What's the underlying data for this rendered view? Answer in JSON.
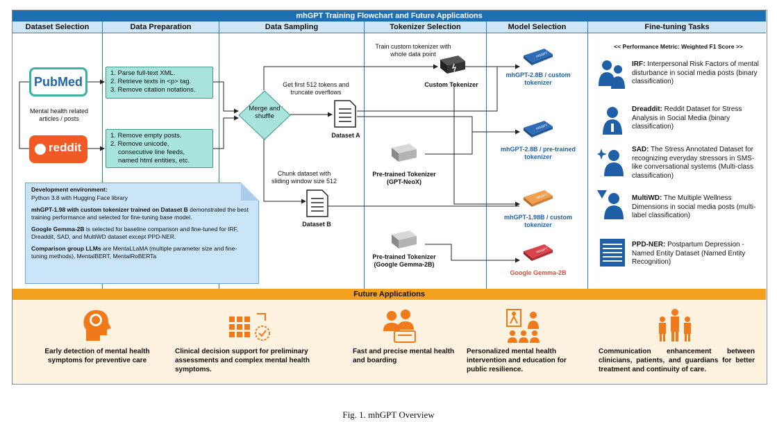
{
  "title": "mhGPT Training Flowchart and Future Applications",
  "columns": [
    "Dataset Selection",
    "Data Preparation",
    "Data Sampling",
    "Tokenizer Selection",
    "Model Selection",
    "Fine-tuning Tasks"
  ],
  "dataset_selection": {
    "pubmed_logo": "PubMed",
    "reddit_logo": "reddit",
    "caption": "Mental health related articles / posts"
  },
  "data_preparation": {
    "pubmed_steps": [
      "1. Parse full-text XML.",
      "2. Retrieve texts in <p> tag.",
      "3. Remove citation notations."
    ],
    "reddit_steps": [
      "1. Remove empty posts.",
      "2. Remove unicode,",
      "consecutive line feeds,",
      "named html entities, etc."
    ]
  },
  "sampling": {
    "merge": "Merge and shuffle",
    "label_first": "Get first 512 tokens and truncate overflows",
    "label_chunk": "Chunk dataset with sliding window size 512",
    "dataset_a": "Dataset A",
    "dataset_b": "Dataset B"
  },
  "tokenizer": {
    "train_label": "Train custom tokenizer with whole data point",
    "custom": "Custom Tokenizer",
    "neox": "Pre-trained Tokenizer (GPT-NeoX)",
    "gemma": "Pre-trained Tokenizer (Google Gemma-2B)"
  },
  "models": {
    "m1": "mhGPT-2.8B / custom tokenizer",
    "m2": "mhGPT-2.8B / pre-trained tokenizer",
    "m3": "mhGPT-1.98B / custom tokenizer",
    "m4": "Google Gemma-2B",
    "chip_text": "mhGPT"
  },
  "dev_env": {
    "heading": "Development environment:",
    "line": "Python 3.8 with Hugging Face library",
    "p2_bold": "mhGPT-1.98 with custom tokenizer trained on Dataset B",
    "p2_rest": " demonstrated the best training performance and selected for fine-tuning base model.",
    "p3_bold": "Google Gemma-2B",
    "p3_rest": " is selected for baseline comparison and fine-tuned for IRF, Dreaddit, SAD, and MultiWD dataset except PPD-NER.",
    "p4_bold": "Comparison group LLMs",
    "p4_rest": " are MentaLLaMA (multiple parameter size and fine-tuning methods), MentalBERT, MentalRoBERTa"
  },
  "finetuning": {
    "metric": "<< Performance Metric: Weighted F1 Score >>",
    "tasks": [
      {
        "name": "IRF:",
        "desc": " Interpersonal Risk Factors of mental disturbance in social media posts (binary classification)"
      },
      {
        "name": "Dreaddit:",
        "desc": " Reddit Dataset for Stress Analysis in Social Media (binary classification)"
      },
      {
        "name": "SAD:",
        "desc": " The Stress Annotated Dataset for recognizing everyday stressors in SMS-like conversational systems (Multi-class classification)"
      },
      {
        "name": "MultiWD:",
        "desc": " The Multiple Wellness Dimensions in social media posts (multi-label classification)"
      },
      {
        "name": "PPD-NER:",
        "desc": " Postpartum Depression - Named Entity Dataset (Named Entity Recognition)"
      }
    ]
  },
  "future": {
    "heading": "Future Applications",
    "items": [
      "Early detection of mental health symptoms for preventive care",
      "Clinical decision support for preliminary assessments and complex mental health symptoms.",
      "Fast and precise mental health and boarding",
      "Personalized mental health intervention and education for public resilience.",
      "Communication enhancement between clinicians, patients, and guardians for better treatment and continuity of care."
    ]
  },
  "caption": "Fig. 1.   mhGPT Overview",
  "colors": {
    "accent_blue": "#1f6fb5",
    "teal_box": "#a8e3dc",
    "orange": "#f2a11f",
    "model_blue": "#2e6db4",
    "model_orange": "#f0a050",
    "model_red": "#d9434a"
  }
}
